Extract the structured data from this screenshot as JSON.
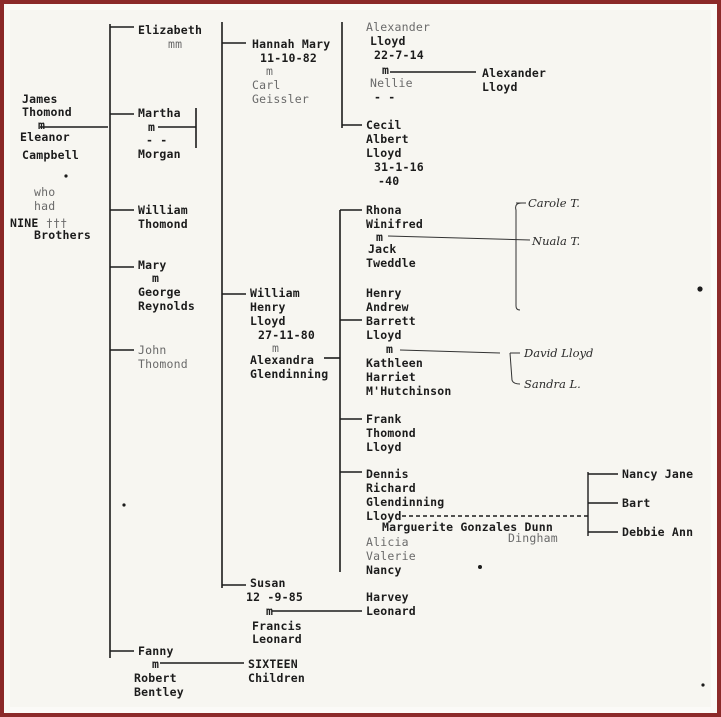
{
  "colors": {
    "frame": "#8c2a2a",
    "paper": "#f7f6f1",
    "ink": "#1c1c1c",
    "faint_ink": "#6a6a6a"
  },
  "root": {
    "l1": "James",
    "l2": "Thomond",
    "m": "m",
    "l3": "Eleanor",
    "l4": "Campbell",
    "w1": "who",
    "w2": "had",
    "w3": "NINE",
    "w3b": "†††",
    "w4": "Brothers"
  },
  "gen1": {
    "elizabeth": {
      "name": "Elizabeth",
      "m": "mm"
    },
    "martha": {
      "name": "Martha",
      "m": "m",
      "dash": "- -",
      "spouse": "Morgan"
    },
    "william": {
      "l1": "William",
      "l2": "Thomond"
    },
    "mary": {
      "name": "Mary",
      "m": "m",
      "s1": "George",
      "s2": "Reynolds"
    },
    "john": {
      "l1": "John",
      "l2": "Thomond"
    },
    "fanny": {
      "name": "Fanny",
      "m": "m",
      "s1": "Robert",
      "s2": "Bentley"
    }
  },
  "gen2": {
    "hannah": {
      "name": "Hannah Mary",
      "date": "11-10-82",
      "m": "m",
      "s1": "Carl",
      "s2": "Geissler"
    },
    "william_h": {
      "l1": "William",
      "l2": "Henry",
      "l3": "Lloyd",
      "date": "27-11-80",
      "m": "m",
      "s1": "Alexandra",
      "s2": "Glendinning"
    },
    "susan": {
      "name": "Susan",
      "date": "12 -9-85",
      "m": "m",
      "s1": "Francis",
      "s2": "Leonard"
    },
    "sixteen": {
      "l1": "SIXTEEN",
      "l2": "Children"
    }
  },
  "gen3": {
    "alexander": {
      "l1": "Alexander",
      "l2": "Lloyd",
      "date": "22-7-14",
      "m": "m",
      "s1": "Nellie",
      "dash": "- -"
    },
    "cecil": {
      "l1": "Cecil",
      "l2": "Albert",
      "l3": "Lloyd",
      "date": "31-1-16",
      "death": "-40"
    },
    "rhona": {
      "l1": "Rhona",
      "l2": "Winifred",
      "m": "m",
      "s1": "Jack",
      "s2": "Tweddle"
    },
    "henry": {
      "l1": "Henry",
      "l2": "Andrew",
      "l3": "Barrett",
      "l4": "Lloyd",
      "m": "m",
      "s1": "Kathleen",
      "s2": "Harriet",
      "s3": "M'Hutchinson"
    },
    "frank": {
      "l1": "Frank",
      "l2": "Thomond",
      "l3": "Lloyd"
    },
    "dennis": {
      "l1": "Dennis",
      "l2": "Richard",
      "l3": "Glendinning",
      "l4": "Lloyd",
      "spouse": "Marguerite Gonzales Dunn",
      "spouse2": "Dingham"
    },
    "alicia": "Alicia",
    "valerie": "Valerie",
    "nancy": "Nancy",
    "harvey": "Harvey",
    "leonard": "Leonard"
  },
  "gen4": {
    "alexander_lloyd": {
      "l1": "Alexander",
      "l2": "Lloyd"
    },
    "carole": "Carole T.",
    "nuala": "Nuala T.",
    "david": "David Lloyd",
    "sandra": "Sandra L.",
    "nancy_jane": "Nancy Jane",
    "bart": "Bart",
    "debbie_ann": "Debbie Ann"
  }
}
